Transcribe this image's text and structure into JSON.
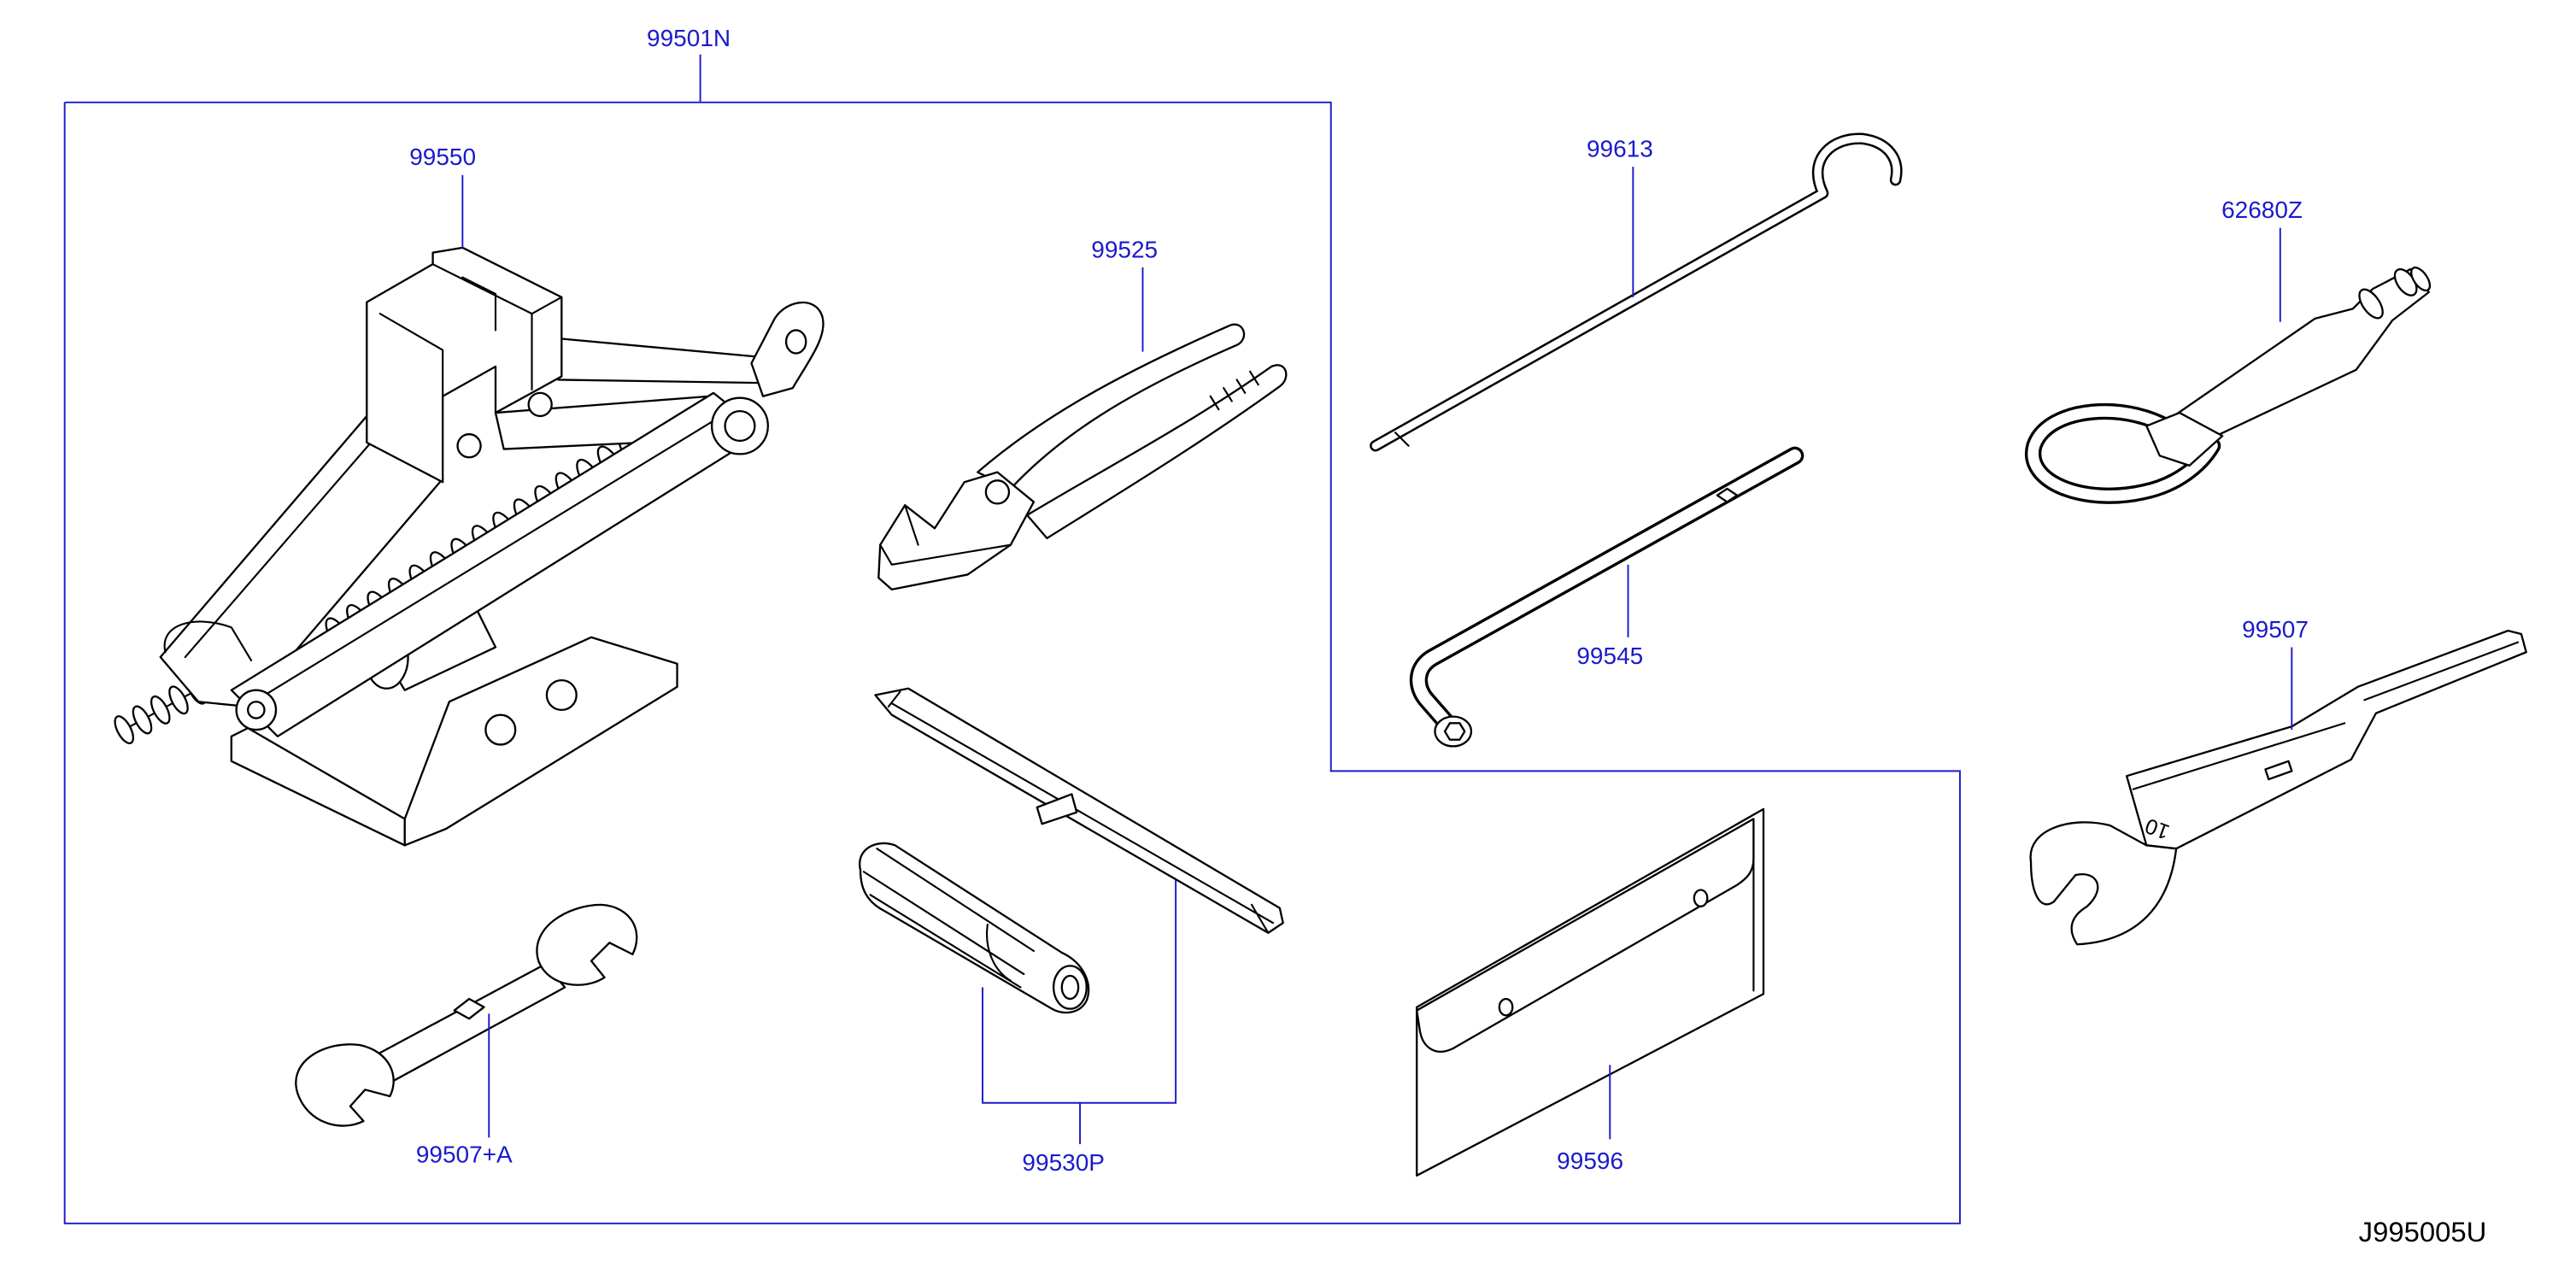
{
  "colors": {
    "callout": "#1a1acc",
    "line": "#000000",
    "background": "#ffffff"
  },
  "diagram": {
    "assembly_callout": "99501N",
    "drawing_code": "J995005U"
  },
  "callouts": {
    "jack": "99550",
    "pliers": "99525",
    "screwdriver_set": "99530P",
    "small_wrench": "99507+A",
    "extension_bar": "99613",
    "wheel_wrench": "99545",
    "tow_hook": "62680Z",
    "wrench": "99507",
    "pouch": "99596"
  },
  "engraving": {
    "wrench_size": "10"
  }
}
